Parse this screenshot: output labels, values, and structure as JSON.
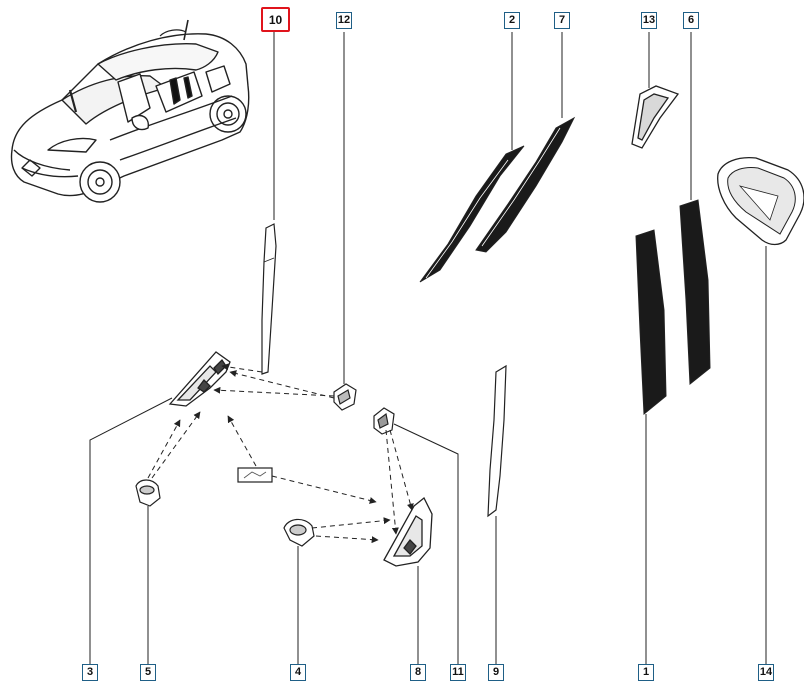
{
  "labels": {
    "l10": "10",
    "l12": "12",
    "l2": "2",
    "l7": "7",
    "l13": "13",
    "l6": "6",
    "l3": "3",
    "l5": "5",
    "l4": "4",
    "l8": "8",
    "l11": "11",
    "l9": "9",
    "l1": "1",
    "l14": "14"
  },
  "highlighted_part": "10",
  "colors": {
    "highlight": "#e0141c",
    "label_border": "#1f5f86",
    "line": "#222222",
    "fill_dark": "#1a1a1a"
  }
}
